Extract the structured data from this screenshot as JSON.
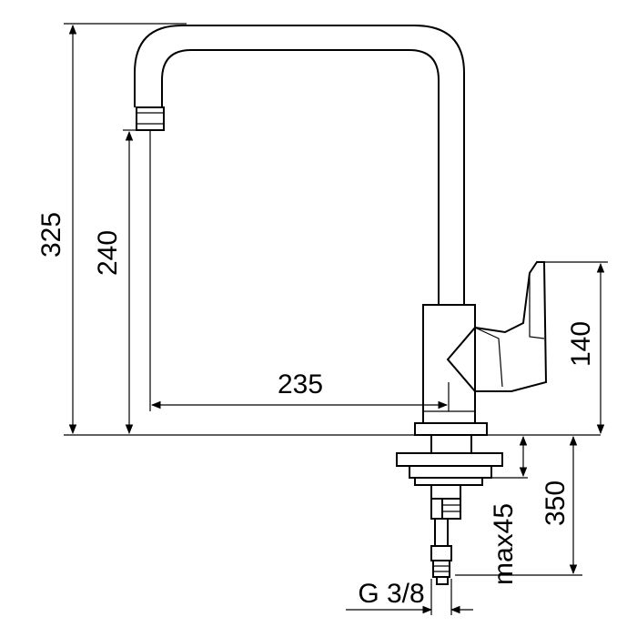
{
  "dimensions": {
    "total_height": "325",
    "spout_height": "240",
    "spout_reach": "235",
    "handle_height": "140",
    "hose_length": "350",
    "deck_thickness": "max45",
    "connection": "G 3/8"
  }
}
